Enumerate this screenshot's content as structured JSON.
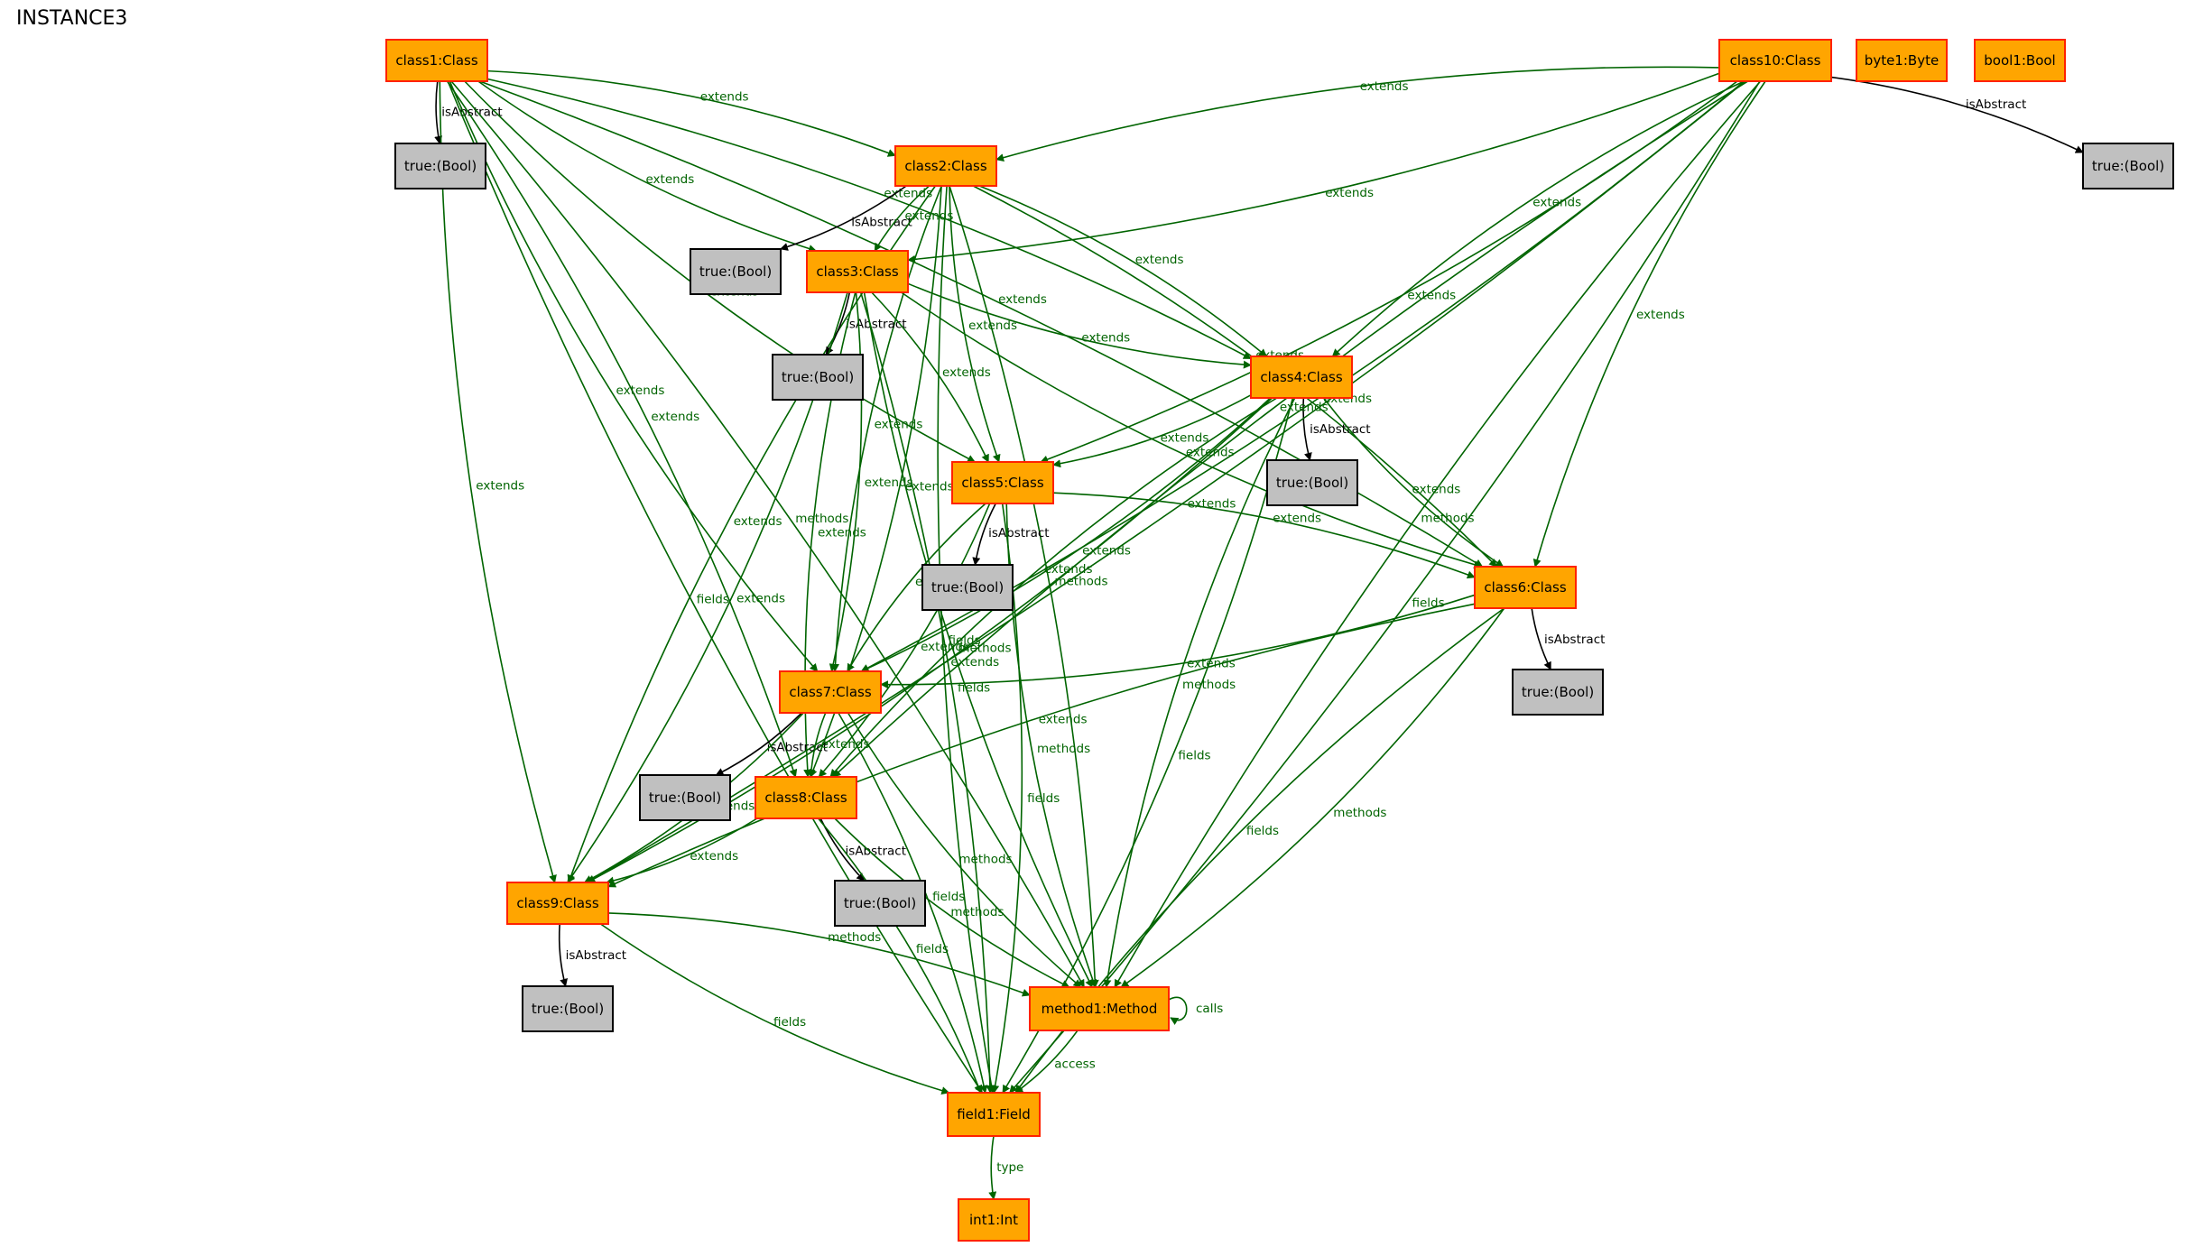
{
  "title": "INSTANCE3",
  "colors": {
    "class_fill": "#ffa500",
    "class_stroke": "#ff2200",
    "value_fill": "#c0c0c0",
    "value_stroke": "#000000",
    "relation_edge": "#006400",
    "isabstract_edge": "#000000",
    "text": "#000000"
  },
  "nodes": [
    {
      "id": "c1",
      "label": "class1:Class",
      "kind": "class"
    },
    {
      "id": "c2",
      "label": "class2:Class",
      "kind": "class"
    },
    {
      "id": "c3",
      "label": "class3:Class",
      "kind": "class"
    },
    {
      "id": "c4",
      "label": "class4:Class",
      "kind": "class"
    },
    {
      "id": "c5",
      "label": "class5:Class",
      "kind": "class"
    },
    {
      "id": "c6",
      "label": "class6:Class",
      "kind": "class"
    },
    {
      "id": "c7",
      "label": "class7:Class",
      "kind": "class"
    },
    {
      "id": "c8",
      "label": "class8:Class",
      "kind": "class"
    },
    {
      "id": "c9",
      "label": "class9:Class",
      "kind": "class"
    },
    {
      "id": "c10",
      "label": "class10:Class",
      "kind": "class"
    },
    {
      "id": "byte1",
      "label": "byte1:Byte",
      "kind": "class"
    },
    {
      "id": "bool1",
      "label": "bool1:Bool",
      "kind": "class"
    },
    {
      "id": "m1",
      "label": "method1:Method",
      "kind": "class"
    },
    {
      "id": "f1",
      "label": "field1:Field",
      "kind": "class"
    },
    {
      "id": "i1",
      "label": "int1:Int",
      "kind": "class"
    },
    {
      "id": "t1",
      "label": "true:(Bool)",
      "kind": "value"
    },
    {
      "id": "t2",
      "label": "true:(Bool)",
      "kind": "value"
    },
    {
      "id": "t3",
      "label": "true:(Bool)",
      "kind": "value"
    },
    {
      "id": "t4",
      "label": "true:(Bool)",
      "kind": "value"
    },
    {
      "id": "t5",
      "label": "true:(Bool)",
      "kind": "value"
    },
    {
      "id": "t6",
      "label": "true:(Bool)",
      "kind": "value"
    },
    {
      "id": "t7",
      "label": "true:(Bool)",
      "kind": "value"
    },
    {
      "id": "t8",
      "label": "true:(Bool)",
      "kind": "value"
    },
    {
      "id": "t9",
      "label": "true:(Bool)",
      "kind": "value"
    },
    {
      "id": "t10",
      "label": "true:(Bool)",
      "kind": "value"
    }
  ],
  "edges": [
    {
      "from": "c1",
      "to": "t1",
      "label": "isAbstract"
    },
    {
      "from": "c1",
      "to": "c2",
      "label": "extends"
    },
    {
      "from": "c1",
      "to": "c3",
      "label": "extends"
    },
    {
      "from": "c1",
      "to": "c4",
      "label": "extends"
    },
    {
      "from": "c1",
      "to": "c5",
      "label": "extends"
    },
    {
      "from": "c1",
      "to": "c6",
      "label": "extends"
    },
    {
      "from": "c1",
      "to": "c7",
      "label": "extends"
    },
    {
      "from": "c1",
      "to": "c8",
      "label": "extends"
    },
    {
      "from": "c1",
      "to": "c9",
      "label": "extends"
    },
    {
      "from": "c1",
      "to": "m1",
      "label": "methods"
    },
    {
      "from": "c1",
      "to": "f1",
      "label": "fields"
    },
    {
      "from": "c2",
      "to": "t2",
      "label": "isAbstract"
    },
    {
      "from": "c2",
      "to": "c3",
      "label": "extends"
    },
    {
      "from": "c2",
      "to": "c4",
      "label": "extends"
    },
    {
      "from": "c2",
      "to": "c5",
      "label": "extends"
    },
    {
      "from": "c2",
      "to": "c6",
      "label": "extends"
    },
    {
      "from": "c2",
      "to": "c7",
      "label": "extends"
    },
    {
      "from": "c2",
      "to": "c8",
      "label": "extends"
    },
    {
      "from": "c2",
      "to": "c9",
      "label": "extends"
    },
    {
      "from": "c2",
      "to": "m1",
      "label": "methods"
    },
    {
      "from": "c2",
      "to": "f1",
      "label": "fields"
    },
    {
      "from": "c3",
      "to": "t3",
      "label": "isAbstract"
    },
    {
      "from": "c3",
      "to": "c4",
      "label": "extends"
    },
    {
      "from": "c3",
      "to": "c5",
      "label": "extends"
    },
    {
      "from": "c3",
      "to": "c6",
      "label": "extends"
    },
    {
      "from": "c3",
      "to": "c7",
      "label": "extends"
    },
    {
      "from": "c3",
      "to": "c8",
      "label": "extends"
    },
    {
      "from": "c3",
      "to": "c9",
      "label": "extends"
    },
    {
      "from": "c3",
      "to": "m1",
      "label": "methods"
    },
    {
      "from": "c3",
      "to": "f1",
      "label": "fields"
    },
    {
      "from": "c4",
      "to": "t4",
      "label": "isAbstract"
    },
    {
      "from": "c4",
      "to": "c5",
      "label": "extends"
    },
    {
      "from": "c4",
      "to": "c6",
      "label": "extends"
    },
    {
      "from": "c4",
      "to": "c7",
      "label": "extends"
    },
    {
      "from": "c4",
      "to": "c8",
      "label": "extends"
    },
    {
      "from": "c4",
      "to": "c9",
      "label": "extends"
    },
    {
      "from": "c4",
      "to": "m1",
      "label": "methods"
    },
    {
      "from": "c4",
      "to": "f1",
      "label": "fields"
    },
    {
      "from": "c5",
      "to": "t5",
      "label": "isAbstract"
    },
    {
      "from": "c5",
      "to": "c6",
      "label": "extends"
    },
    {
      "from": "c5",
      "to": "c7",
      "label": "extends"
    },
    {
      "from": "c5",
      "to": "c8",
      "label": "extends"
    },
    {
      "from": "c5",
      "to": "m1",
      "label": "methods"
    },
    {
      "from": "c5",
      "to": "f1",
      "label": "fields"
    },
    {
      "from": "c6",
      "to": "t6",
      "label": "isAbstract"
    },
    {
      "from": "c6",
      "to": "c7",
      "label": "extends"
    },
    {
      "from": "c6",
      "to": "c9",
      "label": "extends"
    },
    {
      "from": "c6",
      "to": "m1",
      "label": "methods"
    },
    {
      "from": "c6",
      "to": "f1",
      "label": "fields"
    },
    {
      "from": "c7",
      "to": "t7",
      "label": "isAbstract"
    },
    {
      "from": "c7",
      "to": "c8",
      "label": "extends"
    },
    {
      "from": "c7",
      "to": "c9",
      "label": "extends"
    },
    {
      "from": "c7",
      "to": "m1",
      "label": "methods"
    },
    {
      "from": "c7",
      "to": "f1",
      "label": "fields"
    },
    {
      "from": "c8",
      "to": "t8",
      "label": "isAbstract"
    },
    {
      "from": "c8",
      "to": "c9",
      "label": "extends"
    },
    {
      "from": "c8",
      "to": "m1",
      "label": "methods"
    },
    {
      "from": "c8",
      "to": "f1",
      "label": "fields"
    },
    {
      "from": "c9",
      "to": "t9",
      "label": "isAbstract"
    },
    {
      "from": "c9",
      "to": "m1",
      "label": "methods"
    },
    {
      "from": "c9",
      "to": "f1",
      "label": "fields"
    },
    {
      "from": "c10",
      "to": "t10",
      "label": "isAbstract"
    },
    {
      "from": "c10",
      "to": "c2",
      "label": "extends"
    },
    {
      "from": "c10",
      "to": "c3",
      "label": "extends"
    },
    {
      "from": "c10",
      "to": "c4",
      "label": "extends"
    },
    {
      "from": "c10",
      "to": "c5",
      "label": "extends"
    },
    {
      "from": "c10",
      "to": "c6",
      "label": "extends"
    },
    {
      "from": "c10",
      "to": "c7",
      "label": "extends"
    },
    {
      "from": "c10",
      "to": "c8",
      "label": "extends"
    },
    {
      "from": "c10",
      "to": "c9",
      "label": "extends"
    },
    {
      "from": "c10",
      "to": "m1",
      "label": "methods"
    },
    {
      "from": "c10",
      "to": "f1",
      "label": "fields"
    },
    {
      "from": "m1",
      "to": "m1",
      "label": "calls"
    },
    {
      "from": "m1",
      "to": "f1",
      "label": "access"
    },
    {
      "from": "f1",
      "to": "i1",
      "label": "type"
    }
  ]
}
